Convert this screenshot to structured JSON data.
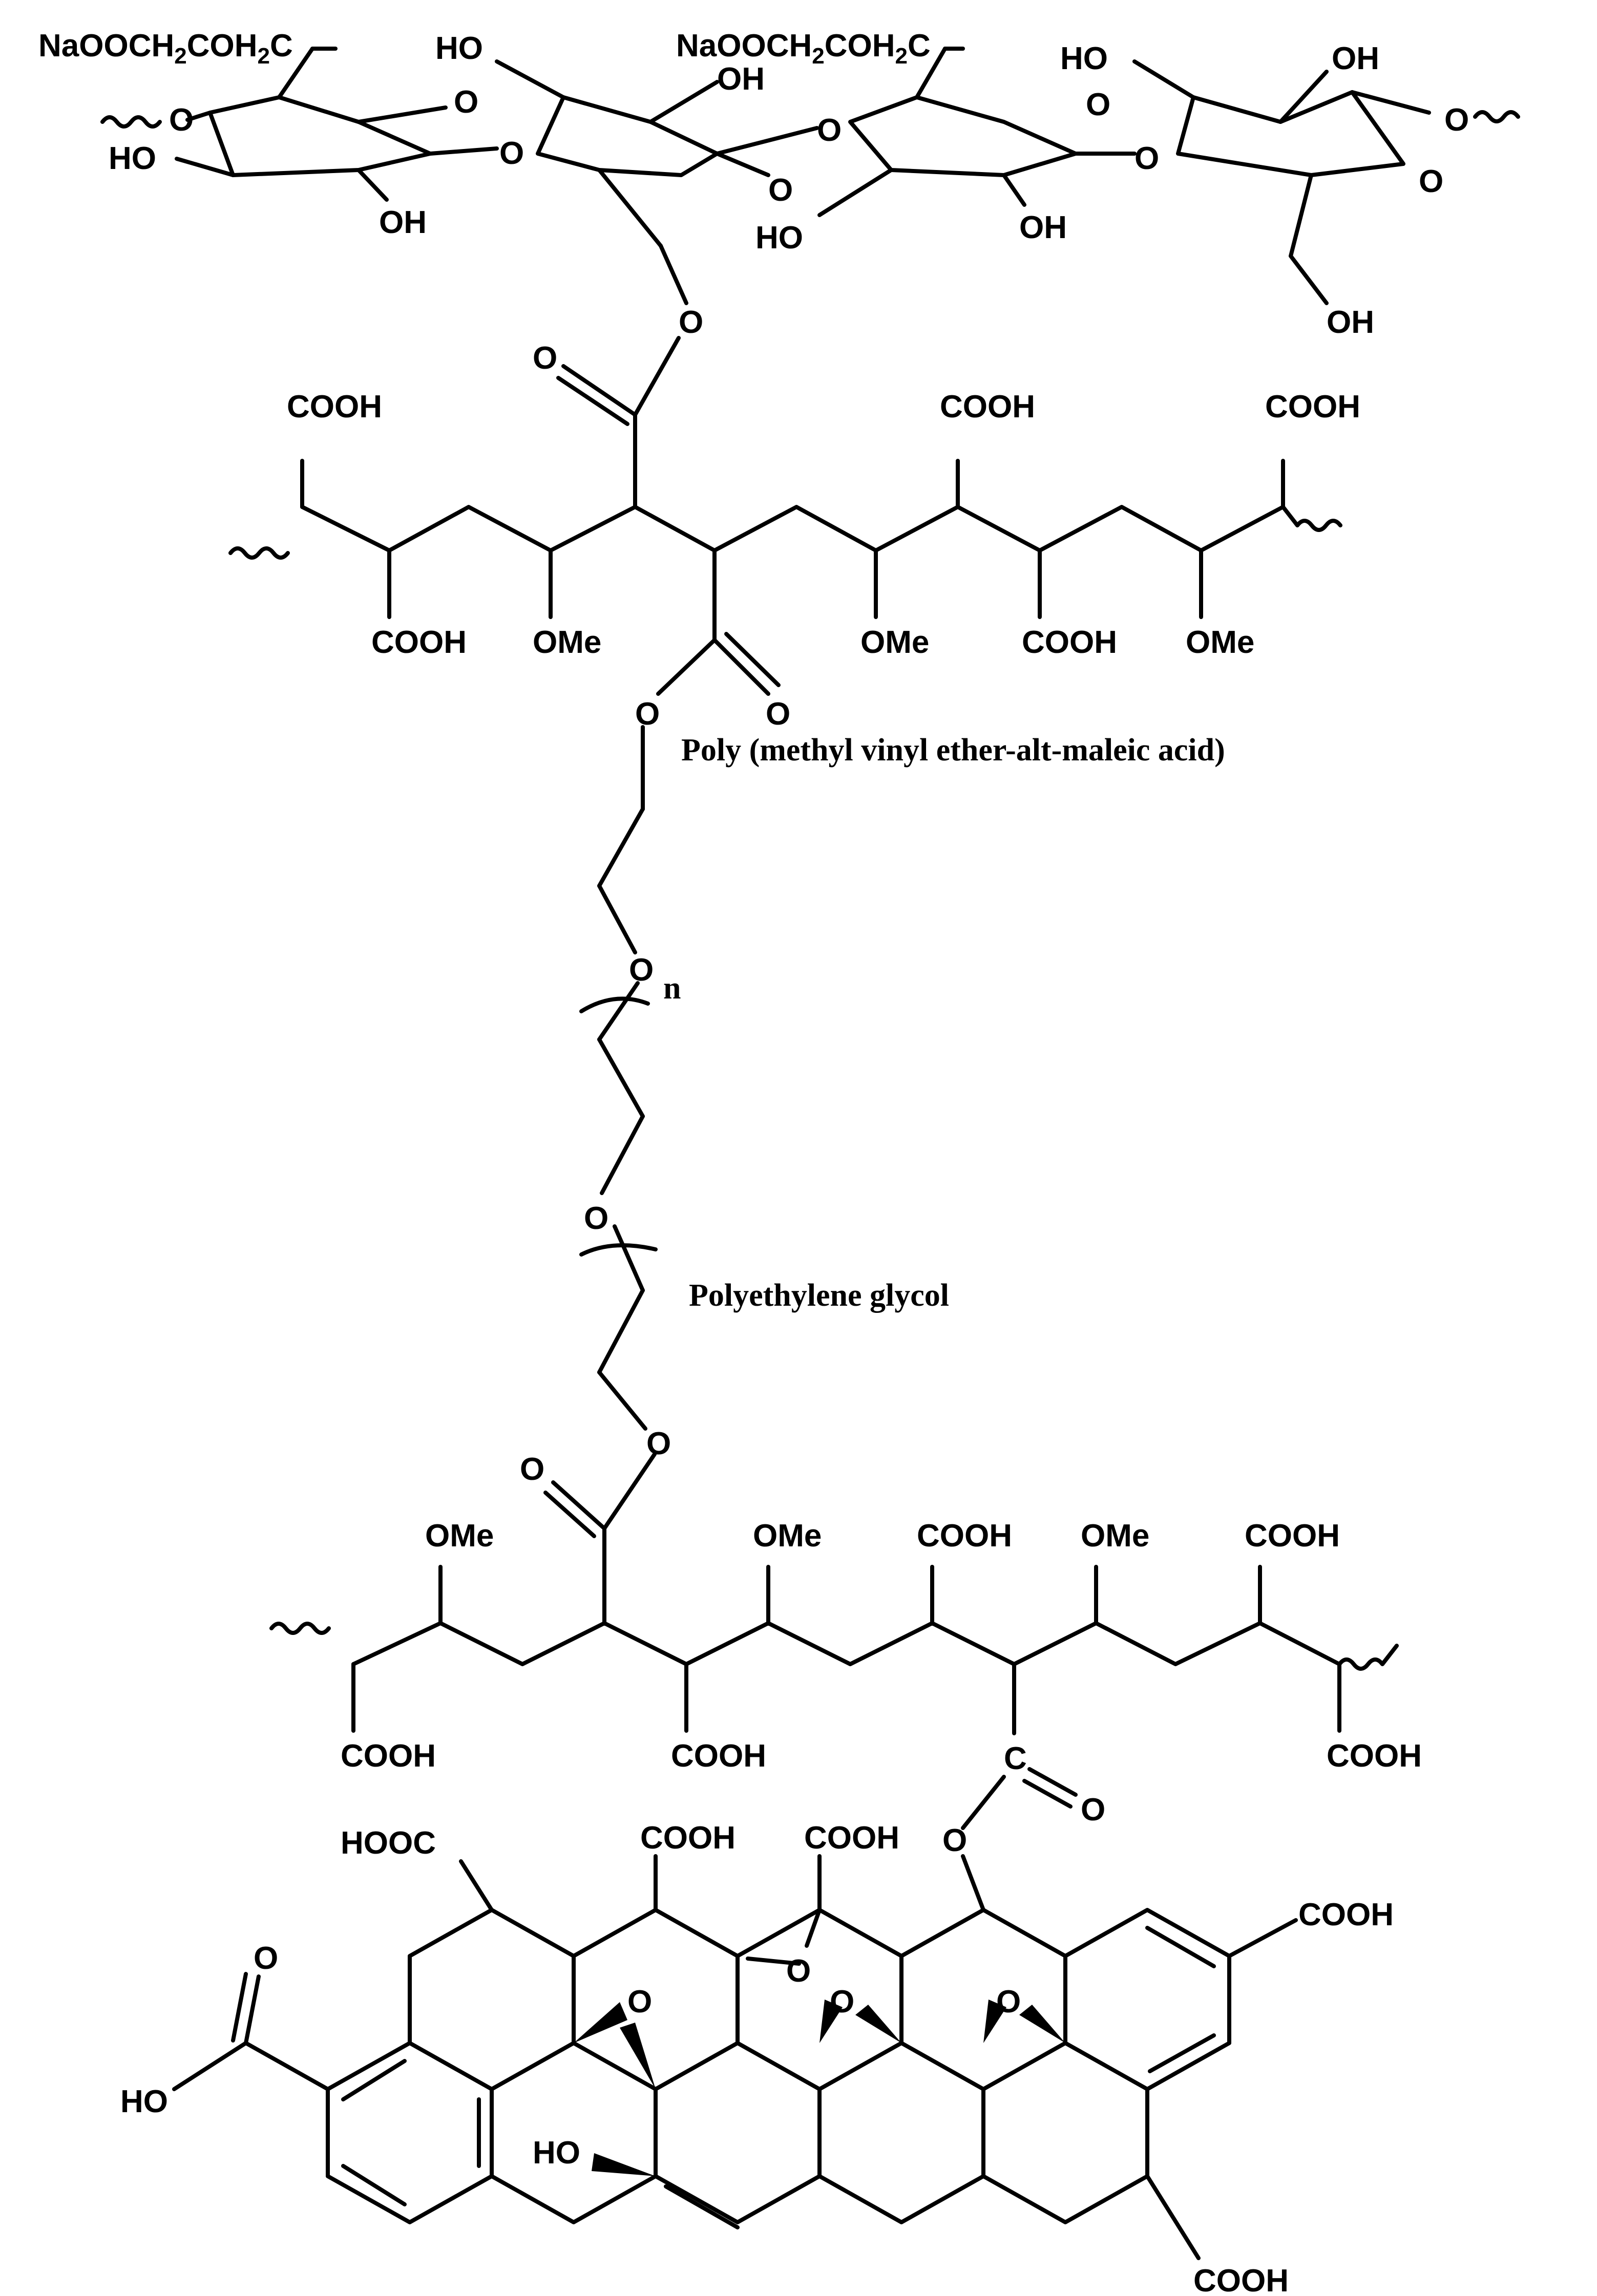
{
  "figure": {
    "captions": {
      "pmvema": "Poly (methyl vinyl ether-alt-maleic acid)",
      "peg": "Polyethylene glycol"
    },
    "cellulose_labels": {
      "cm_group_1": "NaOOCH",
      "cm_group_1_sub": "2",
      "cm_group_1_mid": "COH",
      "cm_group_1_sub2": "2",
      "cm_group_1_end": "C",
      "cm_group_2": "NaOOCH",
      "cm_group_2_sub": "2",
      "cm_group_2_mid": "COH",
      "cm_group_2_sub2": "2",
      "cm_group_2_end": "C",
      "ho_left": "HO",
      "ho_top_mid": "HO",
      "oh_top_mid": "OH",
      "ho_top_right": "HO",
      "oh_top_right": "OH",
      "oh_bottom_1": "OH",
      "ho_bottom_2": "HO",
      "oh_bottom_3": "OH",
      "oh_bottom_right": "OH",
      "o_ring_1": "O",
      "o_link_1": "O",
      "o_ring_2": "O",
      "o_link_2": "O",
      "o_ring_3": "O",
      "o_link_3": "O",
      "o_ring_4": "O",
      "o_end_left": "O",
      "o_end_right": "O",
      "o_ester_cell": "O"
    },
    "upper_polymer_labels": {
      "cooh_t1": "COOH",
      "cooh_t2": "COOH",
      "cooh_t3": "COOH",
      "cooh_b1": "COOH",
      "ome_b1": "OMe",
      "ome_b2": "OMe",
      "cooh_b2": "COOH",
      "ome_b3": "OMe",
      "o_carbonyl_up": "O",
      "o_carbonyl_down": "O",
      "o_ester_down": "O"
    },
    "peg_labels": {
      "o_1": "O",
      "n": "n",
      "o_2": "O",
      "o_3": "O",
      "o_carbonyl": "O"
    },
    "lower_polymer_labels": {
      "ome_t1": "OMe",
      "ome_t2": "OMe",
      "cooh_t1": "COOH",
      "ome_t3": "OMe",
      "cooh_t2": "COOH",
      "cooh_b1": "COOH",
      "cooh_b2": "COOH",
      "cooh_b3": "COOH",
      "c_carbonyl": "C",
      "o_carbonyl": "O",
      "o_ester": "O"
    },
    "graphene_labels": {
      "hooc": "HOOC",
      "cooh_1": "COOH",
      "cooh_2": "COOH",
      "cooh_right": "COOH",
      "cooh_bottom": "COOH",
      "o_acid": "O",
      "ho_acid": "HO",
      "ho_center": "HO",
      "o_epox_top": "O",
      "o_epox_1": "O",
      "o_epox_2": "O",
      "o_epox_3": "O"
    },
    "colors": {
      "ink": "#000000",
      "background": "#ffffff"
    }
  }
}
